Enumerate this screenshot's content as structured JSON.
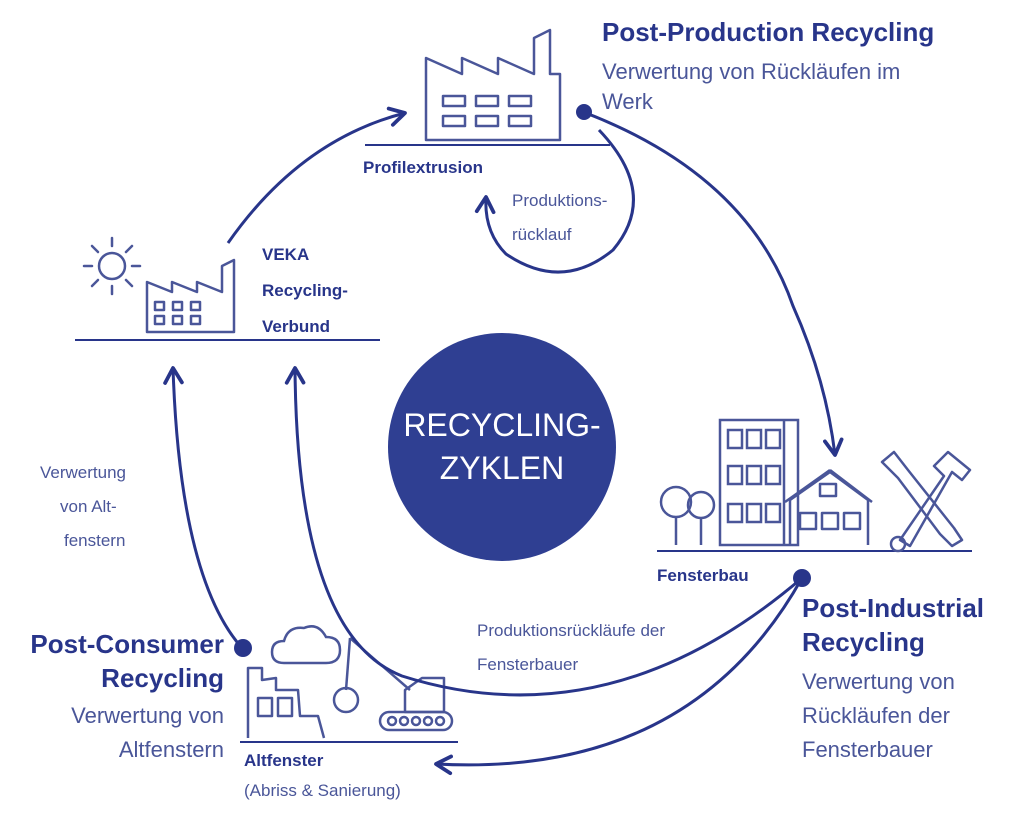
{
  "center": {
    "line1": "RECYCLING-",
    "line2": "ZYKLEN"
  },
  "nodes": {
    "profilextrusion": "Profilextrusion",
    "veka": [
      "VEKA",
      "Recycling-",
      "Verbund"
    ],
    "fensterbau": "Fensterbau",
    "altfenster": [
      "Altfenster",
      "(Abriss & Sanierung)"
    ]
  },
  "categories": {
    "post_production": {
      "title": "Post-Production Recycling",
      "desc": [
        "Verwertung von Rückläufen im",
        "Werk"
      ]
    },
    "post_industrial": {
      "title": [
        "Post-Industrial",
        "Recycling"
      ],
      "desc": [
        "Verwertung von",
        "Rückläufen der",
        "Fensterbauer"
      ]
    },
    "post_consumer": {
      "title": [
        "Post-Consumer",
        "Recycling"
      ],
      "desc": [
        "Verwertung von",
        "Altfenstern"
      ]
    }
  },
  "flows": {
    "produktionsruecklauf": [
      "Produktions-",
      "rücklauf"
    ],
    "altfenster_verwertung": [
      "Verwertung",
      "von Alt-",
      "fenstern"
    ],
    "fensterbauer_ruecklauf": [
      "Produktionsrückläufe der",
      "Fensterbauer"
    ]
  },
  "colors": {
    "primary": "#28358a",
    "secondary": "#4a5699",
    "circle": "#2f3f92"
  },
  "icons": [
    "factory-icon",
    "sun-icon",
    "small-factory-icon",
    "buildings-icon",
    "house-icon",
    "trees-icon",
    "tools-icon",
    "cloud-icon",
    "excavator-icon",
    "ruined-building-icon"
  ]
}
